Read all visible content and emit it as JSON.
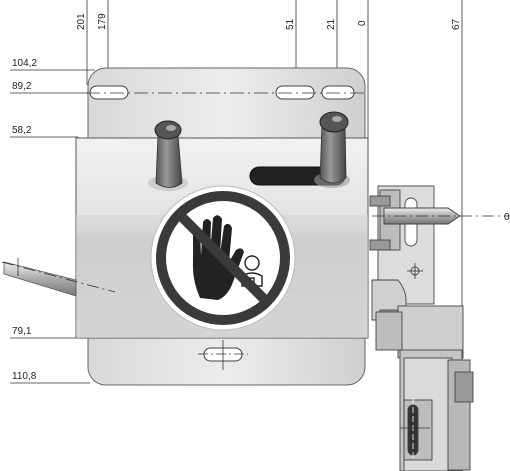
{
  "dimensions": {
    "left": {
      "d104": "104,2",
      "d89": "89,2",
      "d58": "58,2",
      "d79": "79,1",
      "d110": "110,8"
    },
    "top": {
      "d201": "201",
      "d179": "179",
      "d51": "51",
      "d21": "21",
      "d0": "0",
      "d67": "67"
    },
    "right_edge": {
      "partial": "0"
    }
  },
  "symbols": {
    "warning": "no-touch-prohibition-symbol",
    "hand": "hand-icon",
    "person": "operator-icon"
  },
  "colors": {
    "plate_grey": "#cfcfcf",
    "plate_light": "#e6e6e6",
    "body_light": "#ececec",
    "body_dark": "#c4c4c4",
    "symbol_dark": "#333333"
  }
}
